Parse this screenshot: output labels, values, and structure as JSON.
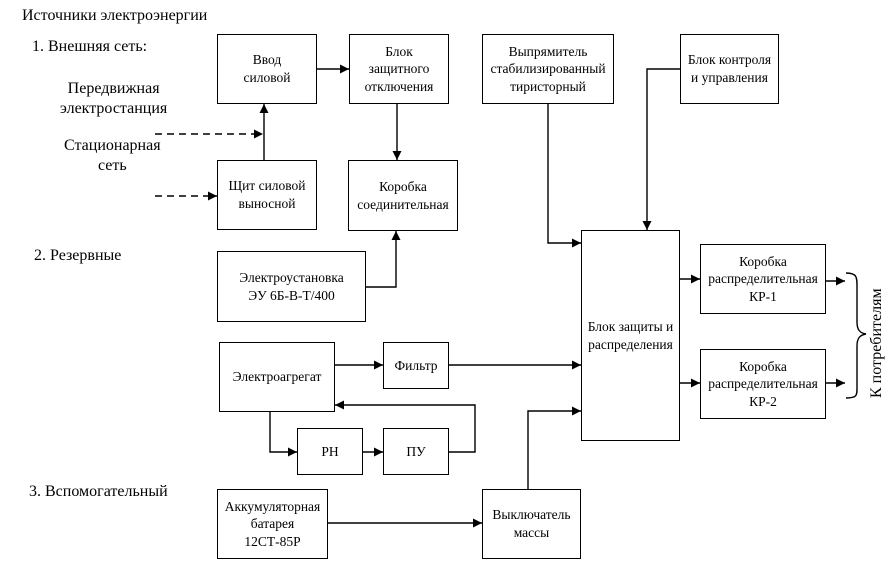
{
  "title": "Источники электроэнергии",
  "groups": {
    "external": "1. Внешняя сеть:",
    "mobile_station": "Передвижная\nэлектростанция",
    "stationary_net": "Стационарная\nсеть",
    "reserve": "2. Резервные",
    "auxiliary": "3. Вспомогательный"
  },
  "blocks": {
    "vvod": "Ввод\nсиловой",
    "shchit": "Щит силовой\nвыносной",
    "otkl": "Блок\nзащитного\nотключения",
    "korobka_soed": "Коробка\nсоединительная",
    "vypr": "Выпрямитель\nстабилизированный\nтиристорный",
    "kontrol": "Блок контроля\nи управления",
    "eu": "Электроустановка\nЭУ 6Б-В-Т/400",
    "agregat": "Электроагрегат",
    "filtr": "Фильтр",
    "rn": "РН",
    "pu": "ПУ",
    "zashchita": "Блок защиты и\nраспределения",
    "kr1": "Коробка\nраспределительная\nКР-1",
    "kr2": "Коробка\nраспределительная\nКР-2",
    "akb": "Аккумуляторная\nбатарея\n12СТ-85Р",
    "vykl": "Выключатель\nмассы"
  },
  "consumers": "К потребителям"
}
